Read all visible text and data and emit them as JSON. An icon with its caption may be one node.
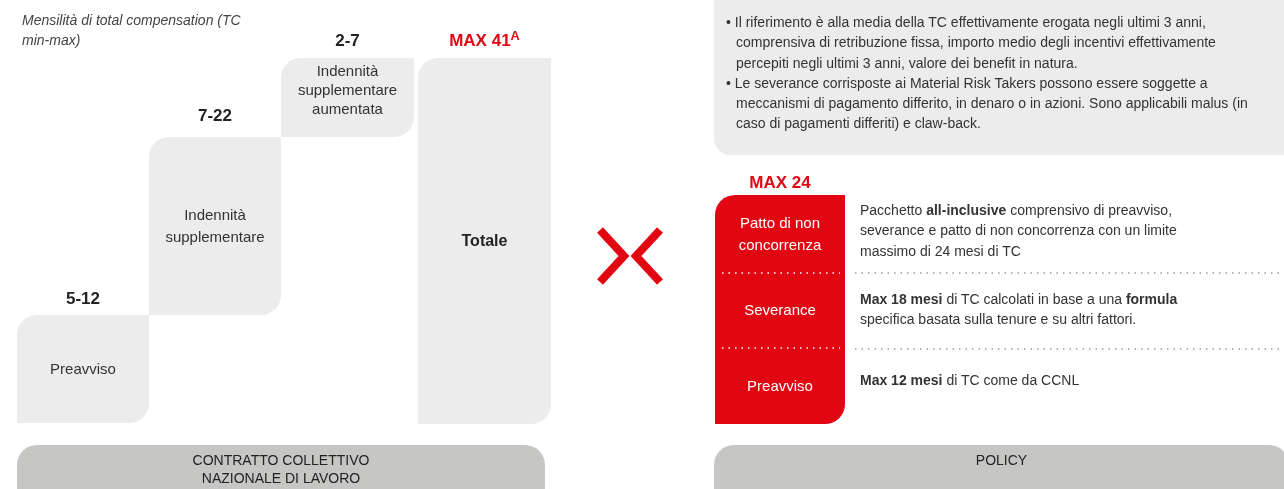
{
  "diagram": {
    "nodes": [
      {
        "text": [
          "Preavviso"
        ],
        "beside": [
          "5-12"
        ]
      },
      {
        "text": [
          "Indennità supplementare"
        ],
        "beside": [
          "7-22"
        ]
      },
      {
        "text": [
          "Indennità supplementare aumentata"
        ],
        "beside": [
          "2-7"
        ]
      },
      {
        "text": [
          "Totale"
        ],
        "beside": [
          "MAX 41$^{A}$"
        ]
      },
      {
        "text": [
          "CONTRATTO COLLETTIVO NAZIONALE DI LAVORO"
        ]
      },
      {
        "text": [
          "• Il riferimento è alla media della TC effettivamente erogata negli ultimi 3 anni, comprensiva di retribuzione fissa, importo medio degli incentivi effettivamente percepiti negli ultimi 3 anni, valore dei benefit in natura.",
          "• Le severance corrisposte ai Material Risk Takers possono essere soggette a meccanismi di pagamento differito, in denaro o in azioni. Sono applicabili malus (in caso di pagamenti differiti) e claw-back."
        ]
      },
      {
        "text": [
          "Patto di non concorrenza"
        ],
        "beside": [
          "Pacchetto **all-inclusive** comprensivo di preavviso, severance e patto di non concorrenza con un limite massimo di 24 mesi di TC"
        ]
      },
      {
        "text": [
          "Severance"
        ],
        "beside": [
          "**Max 18 mesi** di TC calcolati in base a una **formula** specifica basata sulla tenure e su altri fattori."
        ]
      },
      {
        "text": [
          "Preavviso"
        ],
        "beside": [
          "**Max 12 mesi** di TC come da CCNL"
        ]
      },
      {
        "text": [
          "POLICY"
        ]
      }
    ],
    "labels": [
      "Mensilità di total compensation (TC min-max)",
      "MAX 24"
    ]
  }
}
